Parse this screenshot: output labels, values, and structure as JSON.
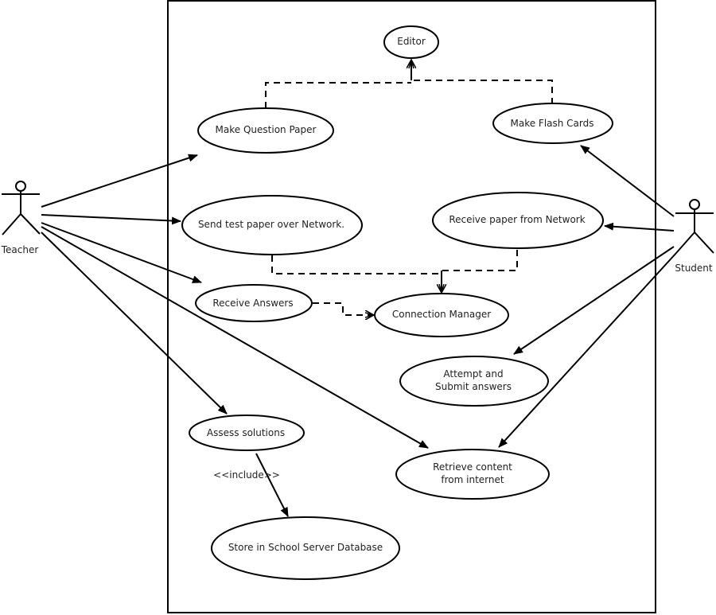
{
  "diagram": {
    "type": "UML use case diagram",
    "actors": [
      {
        "id": "teacher",
        "label": "Teacher"
      },
      {
        "id": "student",
        "label": "Student"
      }
    ],
    "use_cases": [
      {
        "id": "editor",
        "lines": [
          "Editor"
        ]
      },
      {
        "id": "make-question-paper",
        "lines": [
          "Make Question Paper"
        ]
      },
      {
        "id": "make-flash-cards",
        "lines": [
          "Make Flash Cards"
        ]
      },
      {
        "id": "send-test-paper",
        "lines": [
          "Send test paper over Network."
        ]
      },
      {
        "id": "receive-paper",
        "lines": [
          "Receive paper from Network"
        ]
      },
      {
        "id": "receive-answers",
        "lines": [
          "Receive Answers"
        ]
      },
      {
        "id": "connection-manager",
        "lines": [
          "Connection Manager"
        ]
      },
      {
        "id": "attempt-submit",
        "lines": [
          "Attempt and",
          "Submit answers"
        ]
      },
      {
        "id": "assess-solutions",
        "lines": [
          "Assess solutions"
        ]
      },
      {
        "id": "retrieve-content",
        "lines": [
          "Retrieve content",
          "from internet"
        ]
      },
      {
        "id": "store-db",
        "lines": [
          "Store in School Server Database"
        ]
      }
    ],
    "associations": [
      {
        "from": "teacher",
        "to": "make-question-paper"
      },
      {
        "from": "teacher",
        "to": "send-test-paper"
      },
      {
        "from": "teacher",
        "to": "receive-answers"
      },
      {
        "from": "teacher",
        "to": "assess-solutions"
      },
      {
        "from": "teacher",
        "to": "retrieve-content"
      },
      {
        "from": "student",
        "to": "make-flash-cards"
      },
      {
        "from": "student",
        "to": "receive-paper"
      },
      {
        "from": "student",
        "to": "attempt-submit"
      },
      {
        "from": "student",
        "to": "retrieve-content"
      }
    ],
    "dependencies": [
      {
        "from": "make-question-paper",
        "to": "editor"
      },
      {
        "from": "make-flash-cards",
        "to": "editor"
      },
      {
        "from": "send-test-paper",
        "to": "connection-manager"
      },
      {
        "from": "receive-paper",
        "to": "connection-manager"
      },
      {
        "from": "receive-answers",
        "to": "connection-manager"
      }
    ],
    "includes": [
      {
        "from": "assess-solutions",
        "to": "store-db",
        "label": "<<include>>"
      }
    ]
  }
}
